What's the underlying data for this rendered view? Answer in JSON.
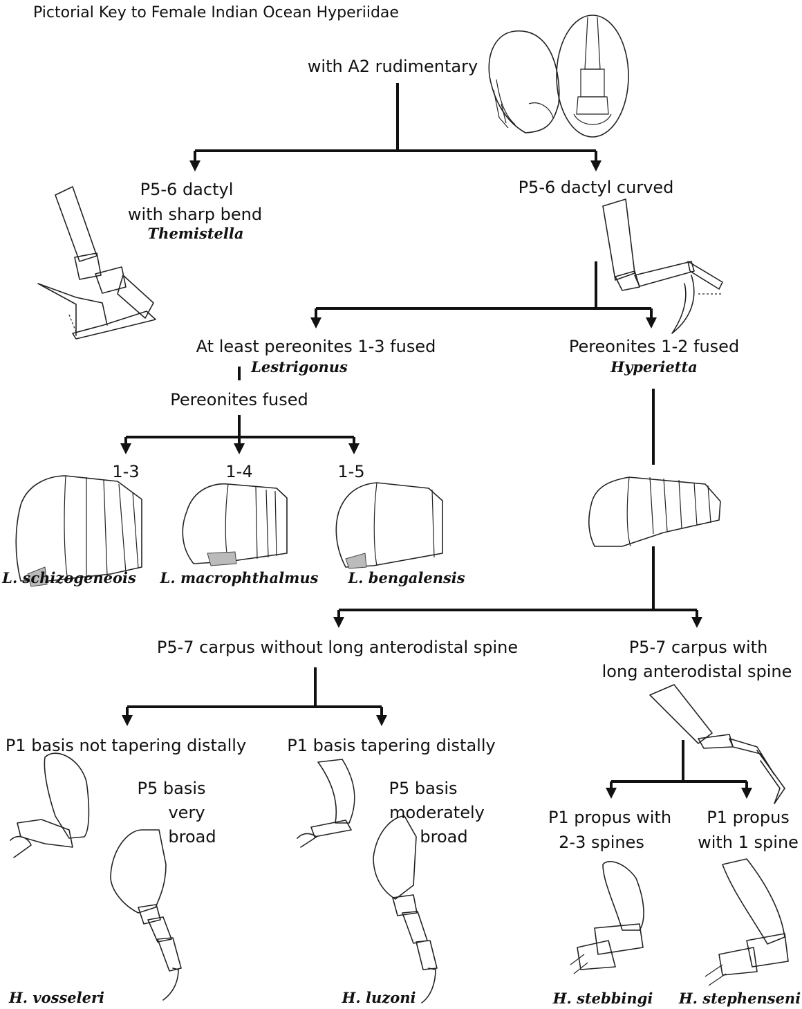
{
  "title": "Pictorial Key to Female Indian Ocean Hyperiidae",
  "root": "with A2 rudimentary",
  "branch_left": {
    "line1": "P5-6 dactyl",
    "line2": "with sharp bend",
    "genus": "Themistella"
  },
  "branch_right": "P5-6 dactyl curved",
  "lestrigonus": {
    "label": "At least pereonites 1-3 fused",
    "genus": "Lestrigonus",
    "sub": "Pereonites fused"
  },
  "hyperietta": {
    "label": "Pereonites 1-2 fused",
    "genus": "Hyperietta"
  },
  "fusion": [
    "1-3",
    "1-4",
    "1-5"
  ],
  "l_species": [
    "L. schizogeneois",
    "L. macrophthalmus",
    "L. bengalensis"
  ],
  "carpus_without": "P5-7 carpus without long anterodistal spine",
  "carpus_with": {
    "line1": "P5-7 carpus with",
    "line2": "long anterodistal spine"
  },
  "p1_not_tapering": "P1 basis not tapering distally",
  "p1_tapering": "P1 basis tapering distally",
  "p5_very_broad": {
    "line1": "P5 basis",
    "line2": "very",
    "line3": "broad"
  },
  "p5_mod_broad": {
    "line1": "P5 basis",
    "line2": "moderately",
    "line3": "broad"
  },
  "propus_2_3": {
    "line1": "P1 propus with",
    "line2": "2-3 spines"
  },
  "propus_1": {
    "line1": "P1 propus",
    "line2": "with 1 spine"
  },
  "h_species": [
    "H. vosseleri",
    "H. luzoni",
    "H. stebbingi",
    "H. stephenseni"
  ]
}
